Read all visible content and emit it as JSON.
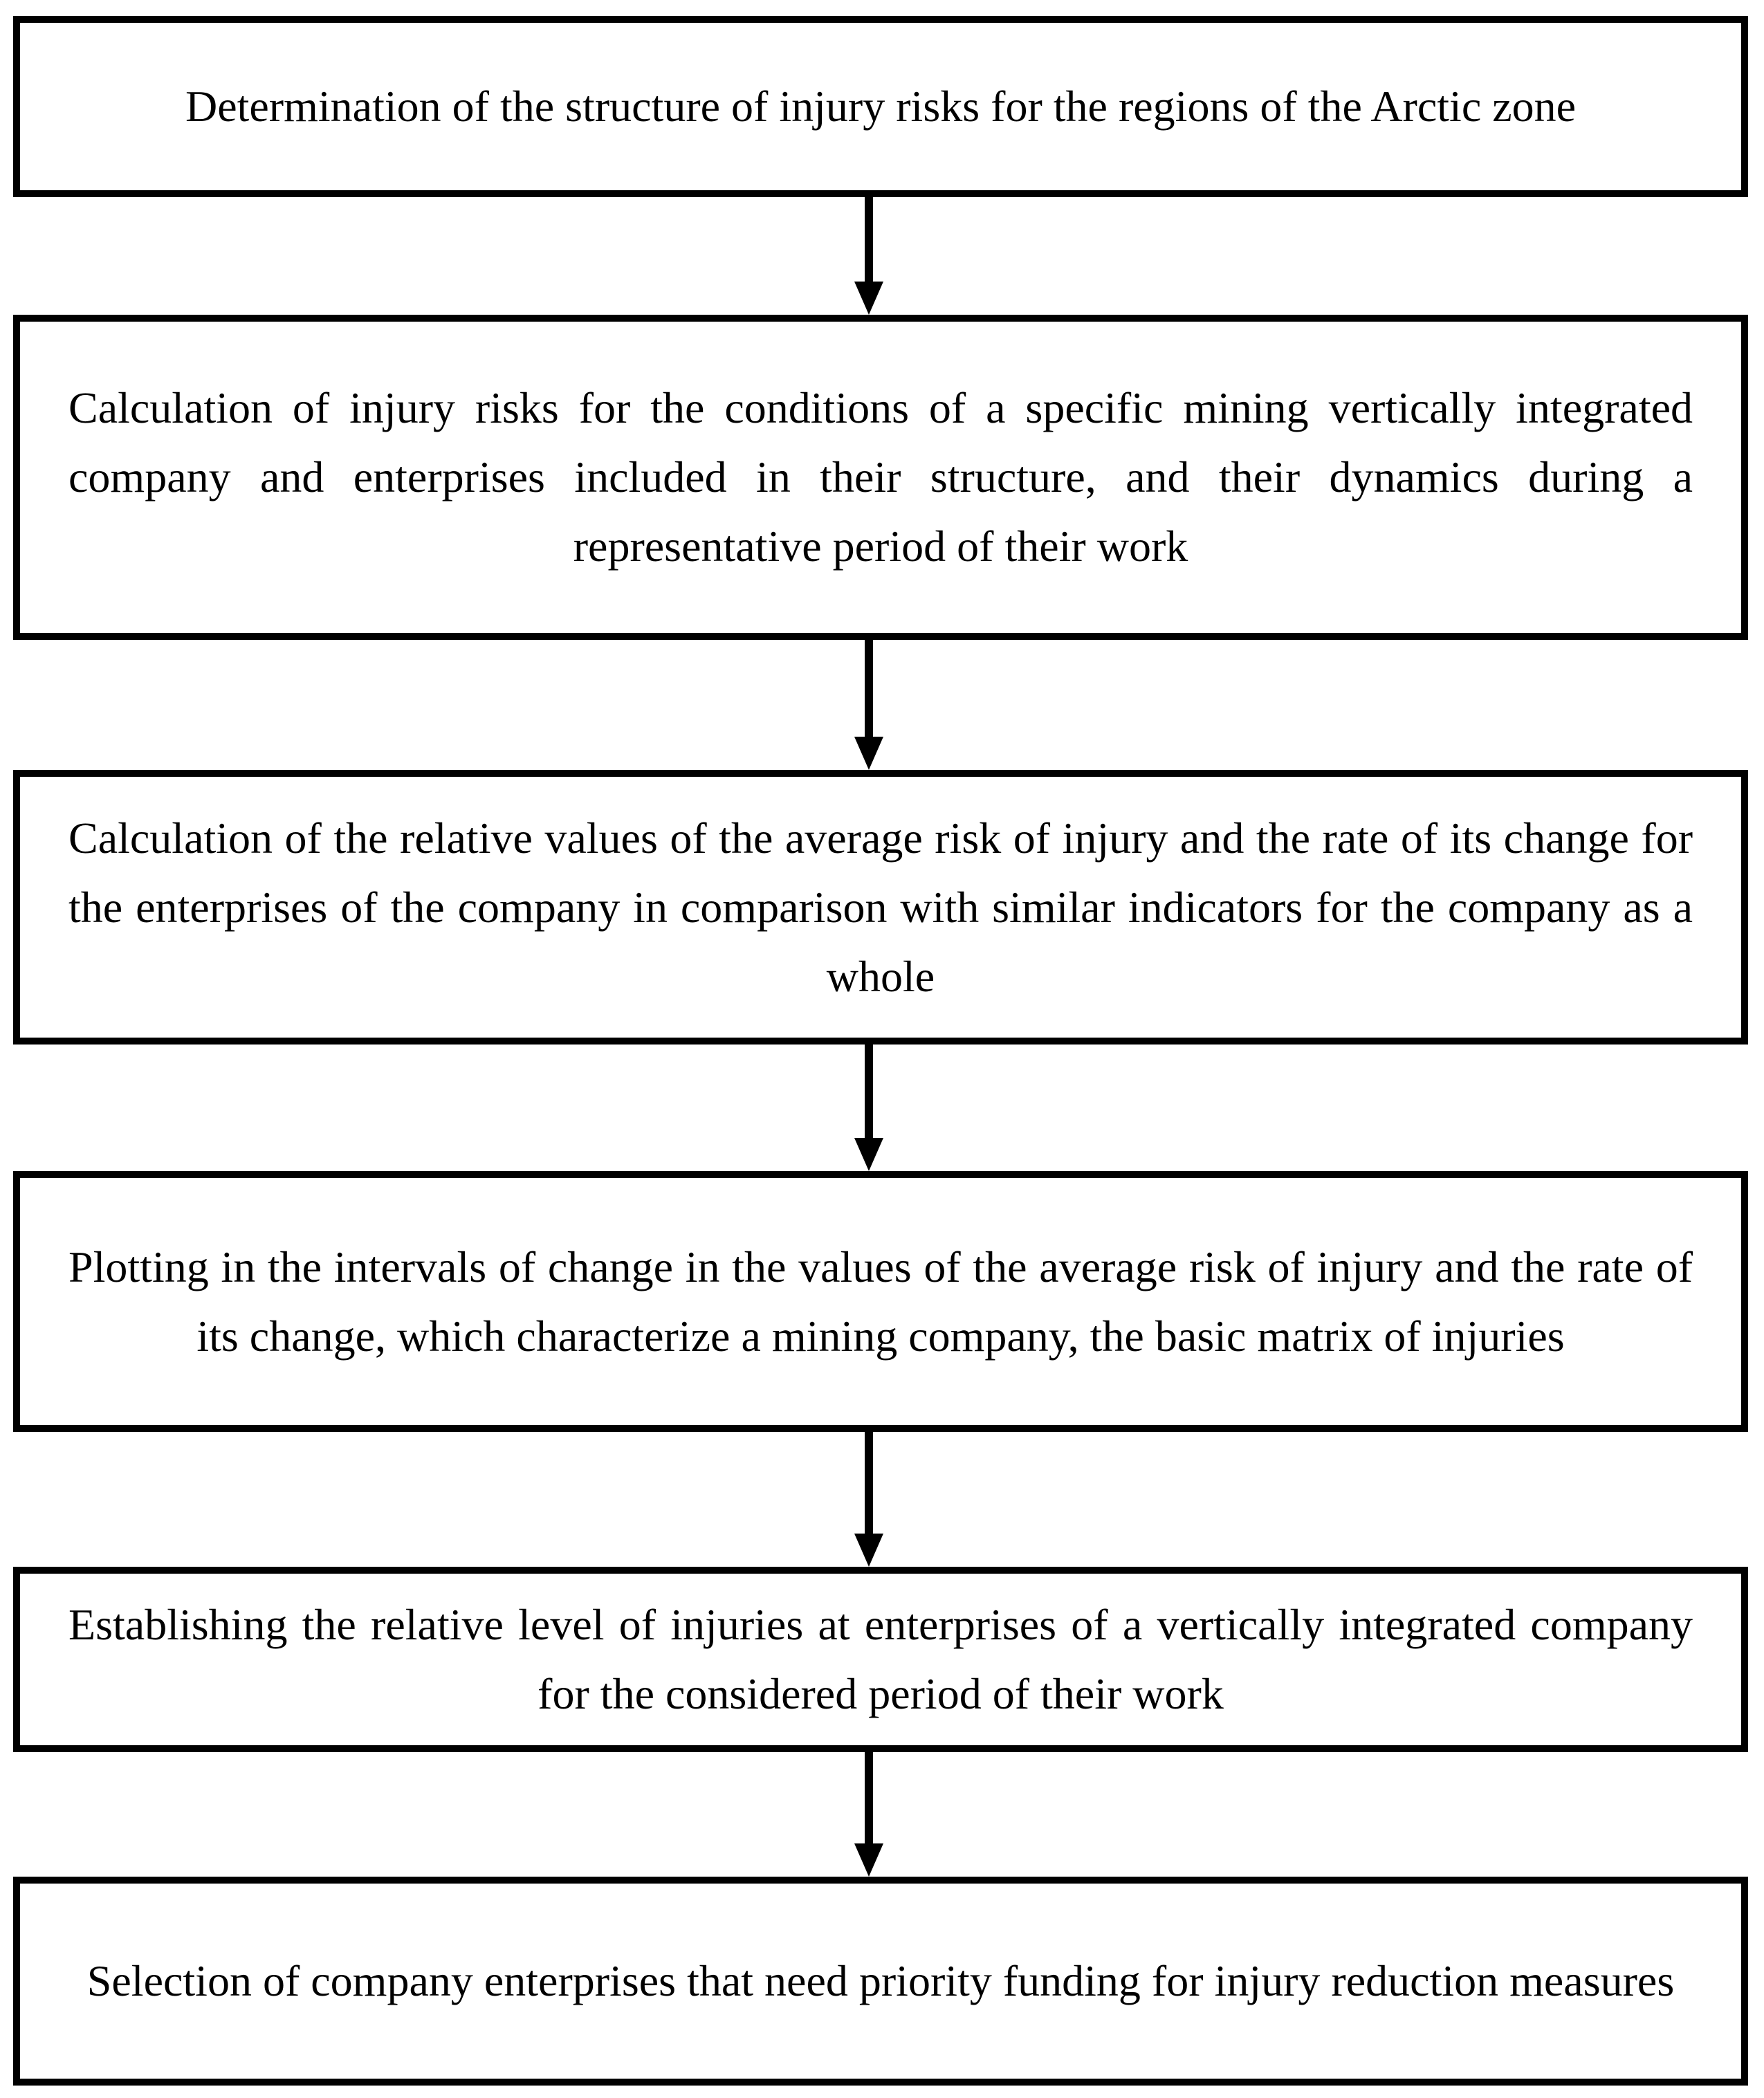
{
  "flowchart": {
    "steps": [
      "Determination of the structure of injury risks for the regions of the Arctic zone",
      "Calculation of injury risks for the conditions of a specific mining vertically integrated company and enterprises included in their structure, and their dynamics during a representative period of their work",
      "Calculation of the relative values of the average risk of injury and the rate of its change for the enterprises of the company in comparison with similar indicators for the company as a whole",
      "Plotting in the intervals of change in the values of the average risk of injury and the rate of its change, which characterize a mining company, the basic matrix of injuries",
      "Establishing the relative level of injuries at enterprises of a vertically integrated company for the considered period of their work",
      "Selection of company enterprises that need priority funding for injury reduction measures"
    ],
    "colors": {
      "border": "#000000",
      "text": "#000000",
      "background": "#ffffff",
      "arrow": "#000000"
    }
  }
}
